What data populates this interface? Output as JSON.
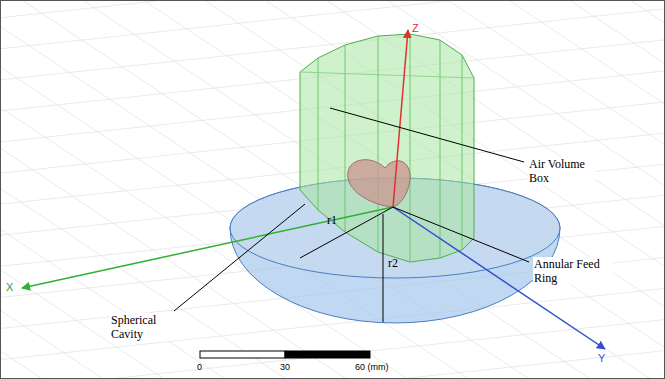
{
  "diagram": {
    "labels": [
      "Air Volume Box",
      "Spherical Cavity",
      "r1",
      "r2",
      "Annular Feed Ring",
      "Z",
      "X",
      "Y",
      "0",
      "30",
      "60 (mm)"
    ]
  }
}
